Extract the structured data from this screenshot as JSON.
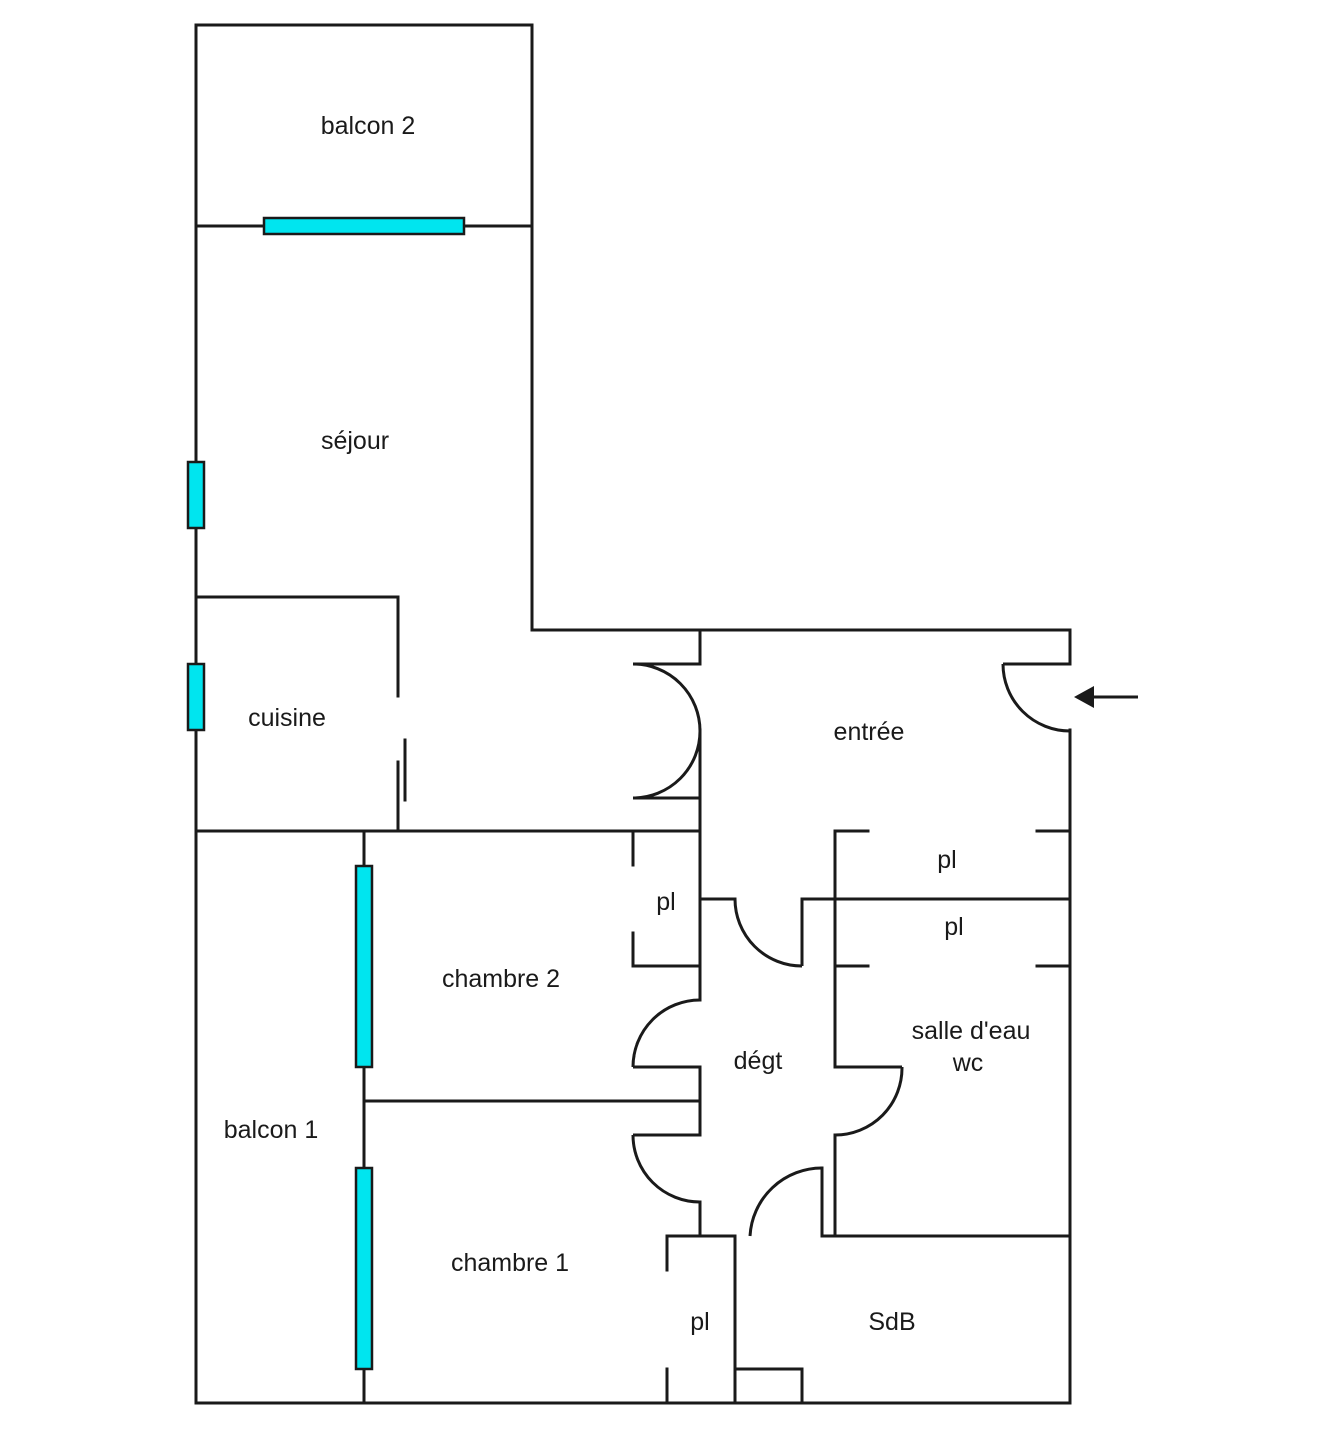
{
  "colors": {
    "walls": "#1a1a1a",
    "windows": "#00e5ef",
    "background": "#ffffff"
  },
  "rooms": {
    "balcon_2": "balcon 2",
    "sejour": "séjour",
    "cuisine": "cuisine",
    "entree": "entrée",
    "pl_entree": "pl",
    "pl_couloir": "pl",
    "pl_chambre_2": "pl",
    "chambre_2": "chambre 2",
    "degt": "dégt",
    "salle_deau_line1": "salle d'eau",
    "salle_deau_line2": "wc",
    "balcon_1": "balcon 1",
    "chambre_1": "chambre 1",
    "pl_chambre_1": "pl",
    "sdb": "SdB"
  },
  "icons": {
    "entrance": "entrance-arrow-icon"
  }
}
